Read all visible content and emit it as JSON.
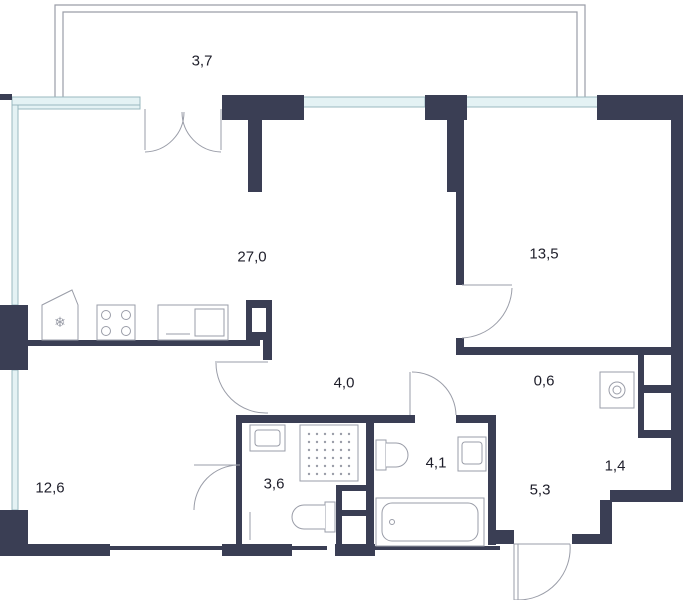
{
  "floor_plan": {
    "rooms": [
      {
        "id": "balcony",
        "area": "3,7"
      },
      {
        "id": "living",
        "area": "27,0"
      },
      {
        "id": "bedroom-1",
        "area": "13,5"
      },
      {
        "id": "bedroom-2",
        "area": "12,6"
      },
      {
        "id": "hallway",
        "area": "4,0"
      },
      {
        "id": "closet",
        "area": "0,6"
      },
      {
        "id": "bath-1",
        "area": "3,6"
      },
      {
        "id": "bath-2",
        "area": "4,1"
      },
      {
        "id": "entry",
        "area": "5,3"
      },
      {
        "id": "storage",
        "area": "1,4"
      }
    ],
    "colors": {
      "wall": "#3a3e54",
      "fixture_stroke": "#9a9da8",
      "window": "#c9e4e8",
      "text": "#1e1e2a"
    },
    "icons": [
      "fridge-icon",
      "stove-icon",
      "sink-icon",
      "shower-icon",
      "toilet-icon",
      "bathtub-icon",
      "washbasin-icon",
      "boiler-icon"
    ]
  }
}
